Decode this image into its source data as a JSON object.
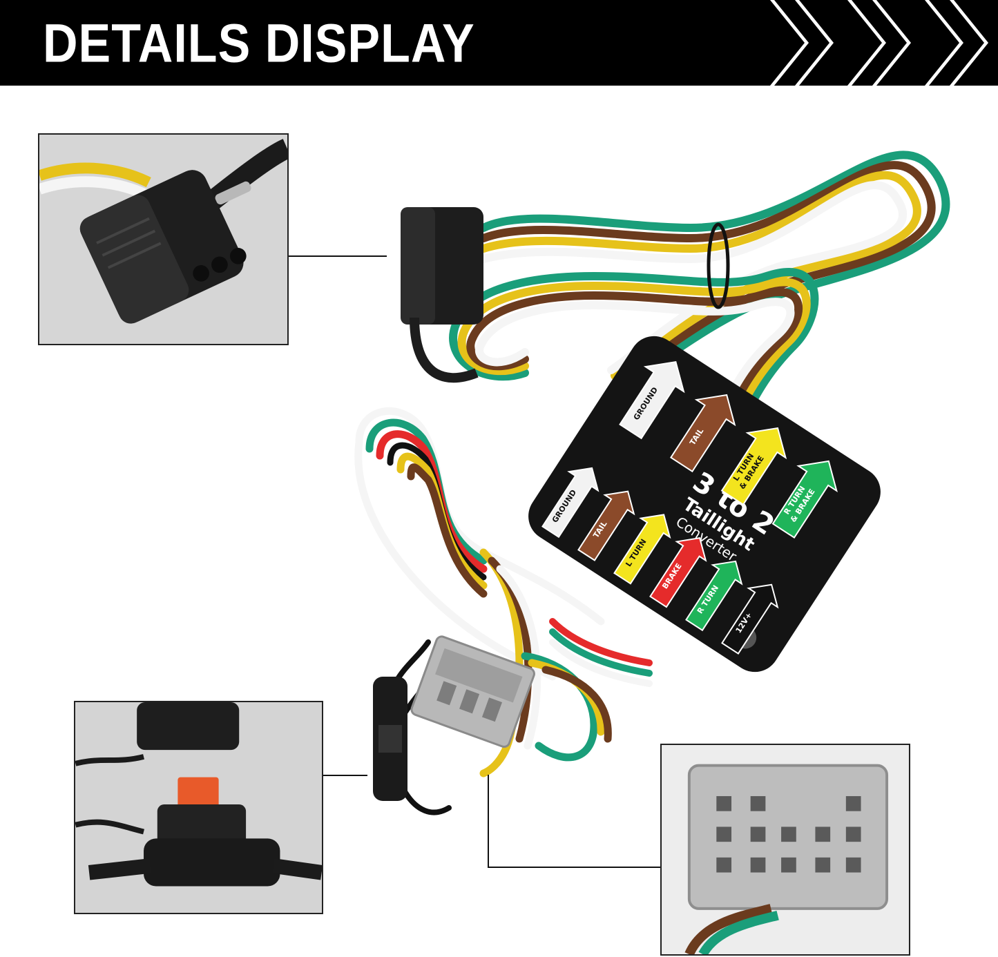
{
  "header": {
    "title": "DETAILS DISPLAY",
    "chevron_icon": "chevron-right-icon"
  },
  "converter": {
    "title_line1": "3 to 2",
    "title_line2": "Taillight",
    "title_line3": "Converter",
    "input_arrows": [
      "GROUND",
      "TAIL",
      "L TURN",
      "BRAKE",
      "R TURN",
      "12V+"
    ],
    "output_arrows": [
      "GROUND",
      "TAIL",
      "L TURN & BRAKE",
      "R TURN & BRAKE"
    ],
    "output_line1": [
      "GROUND",
      "TAIL",
      "L TURN",
      "R TURN"
    ],
    "output_line2": [
      "",
      "",
      "& BRAKE",
      "& BRAKE"
    ]
  },
  "colors": {
    "banner_bg": "#000000",
    "ground": "#f2f2f2",
    "tail": "#8b4a2a",
    "l_turn": "#f3e41e",
    "brake": "#e52b2b",
    "r_turn": "#1fb45a",
    "v12": "#111111",
    "wire_green": "#1a9e7a",
    "wire_brown": "#6b3b1e",
    "wire_yellow": "#e6c21a",
    "wire_white": "#f5f5f5"
  },
  "insets": [
    "4-pin-flat-connector",
    "inline-fuse-holder",
    "vehicle-plug-connector"
  ]
}
